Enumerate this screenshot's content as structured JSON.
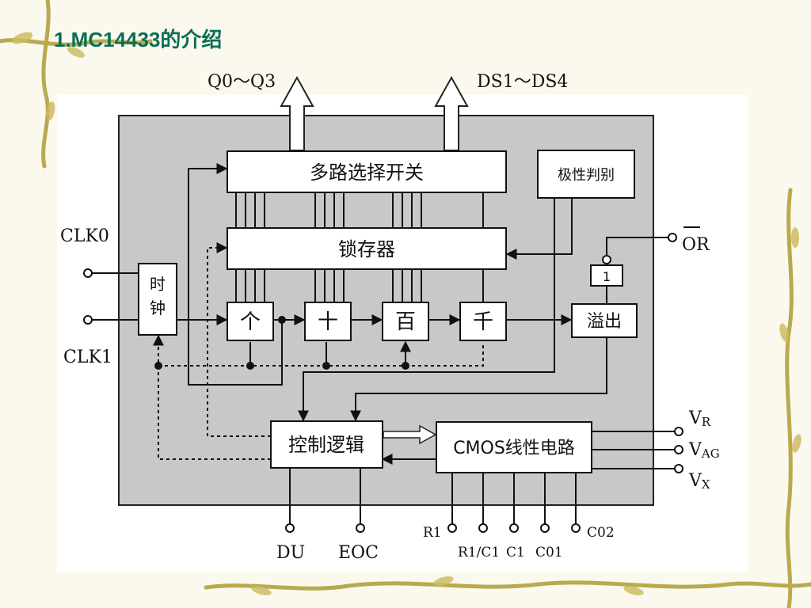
{
  "slide": {
    "title": "1.MC14433的介绍"
  },
  "diagram": {
    "outputs": {
      "q": "Q0～Q3",
      "ds": "DS1～DS4"
    },
    "blocks": {
      "mux": "多路选择开关",
      "polarity": "极性判别",
      "latch": "锁存器",
      "clock": [
        "时",
        "钟"
      ],
      "ones": "个",
      "tens": "十",
      "hundreds": "百",
      "thousands": "千",
      "overflow": "溢出",
      "inverter": "1",
      "control": "控制逻辑",
      "cmos": "CMOS线性电路"
    },
    "pins": {
      "clk0": "CLK0",
      "clk1": "CLK1",
      "or": "OR",
      "vr": "V",
      "vr_sub": "R",
      "vag": "V",
      "vag_sub": "AG",
      "vx": "V",
      "vx_sub": "X",
      "du": "DU",
      "eoc": "EOC",
      "r1": "R1",
      "r1c1": "R1/C1",
      "c1": "C1",
      "c01": "C01",
      "c02": "C02"
    }
  }
}
